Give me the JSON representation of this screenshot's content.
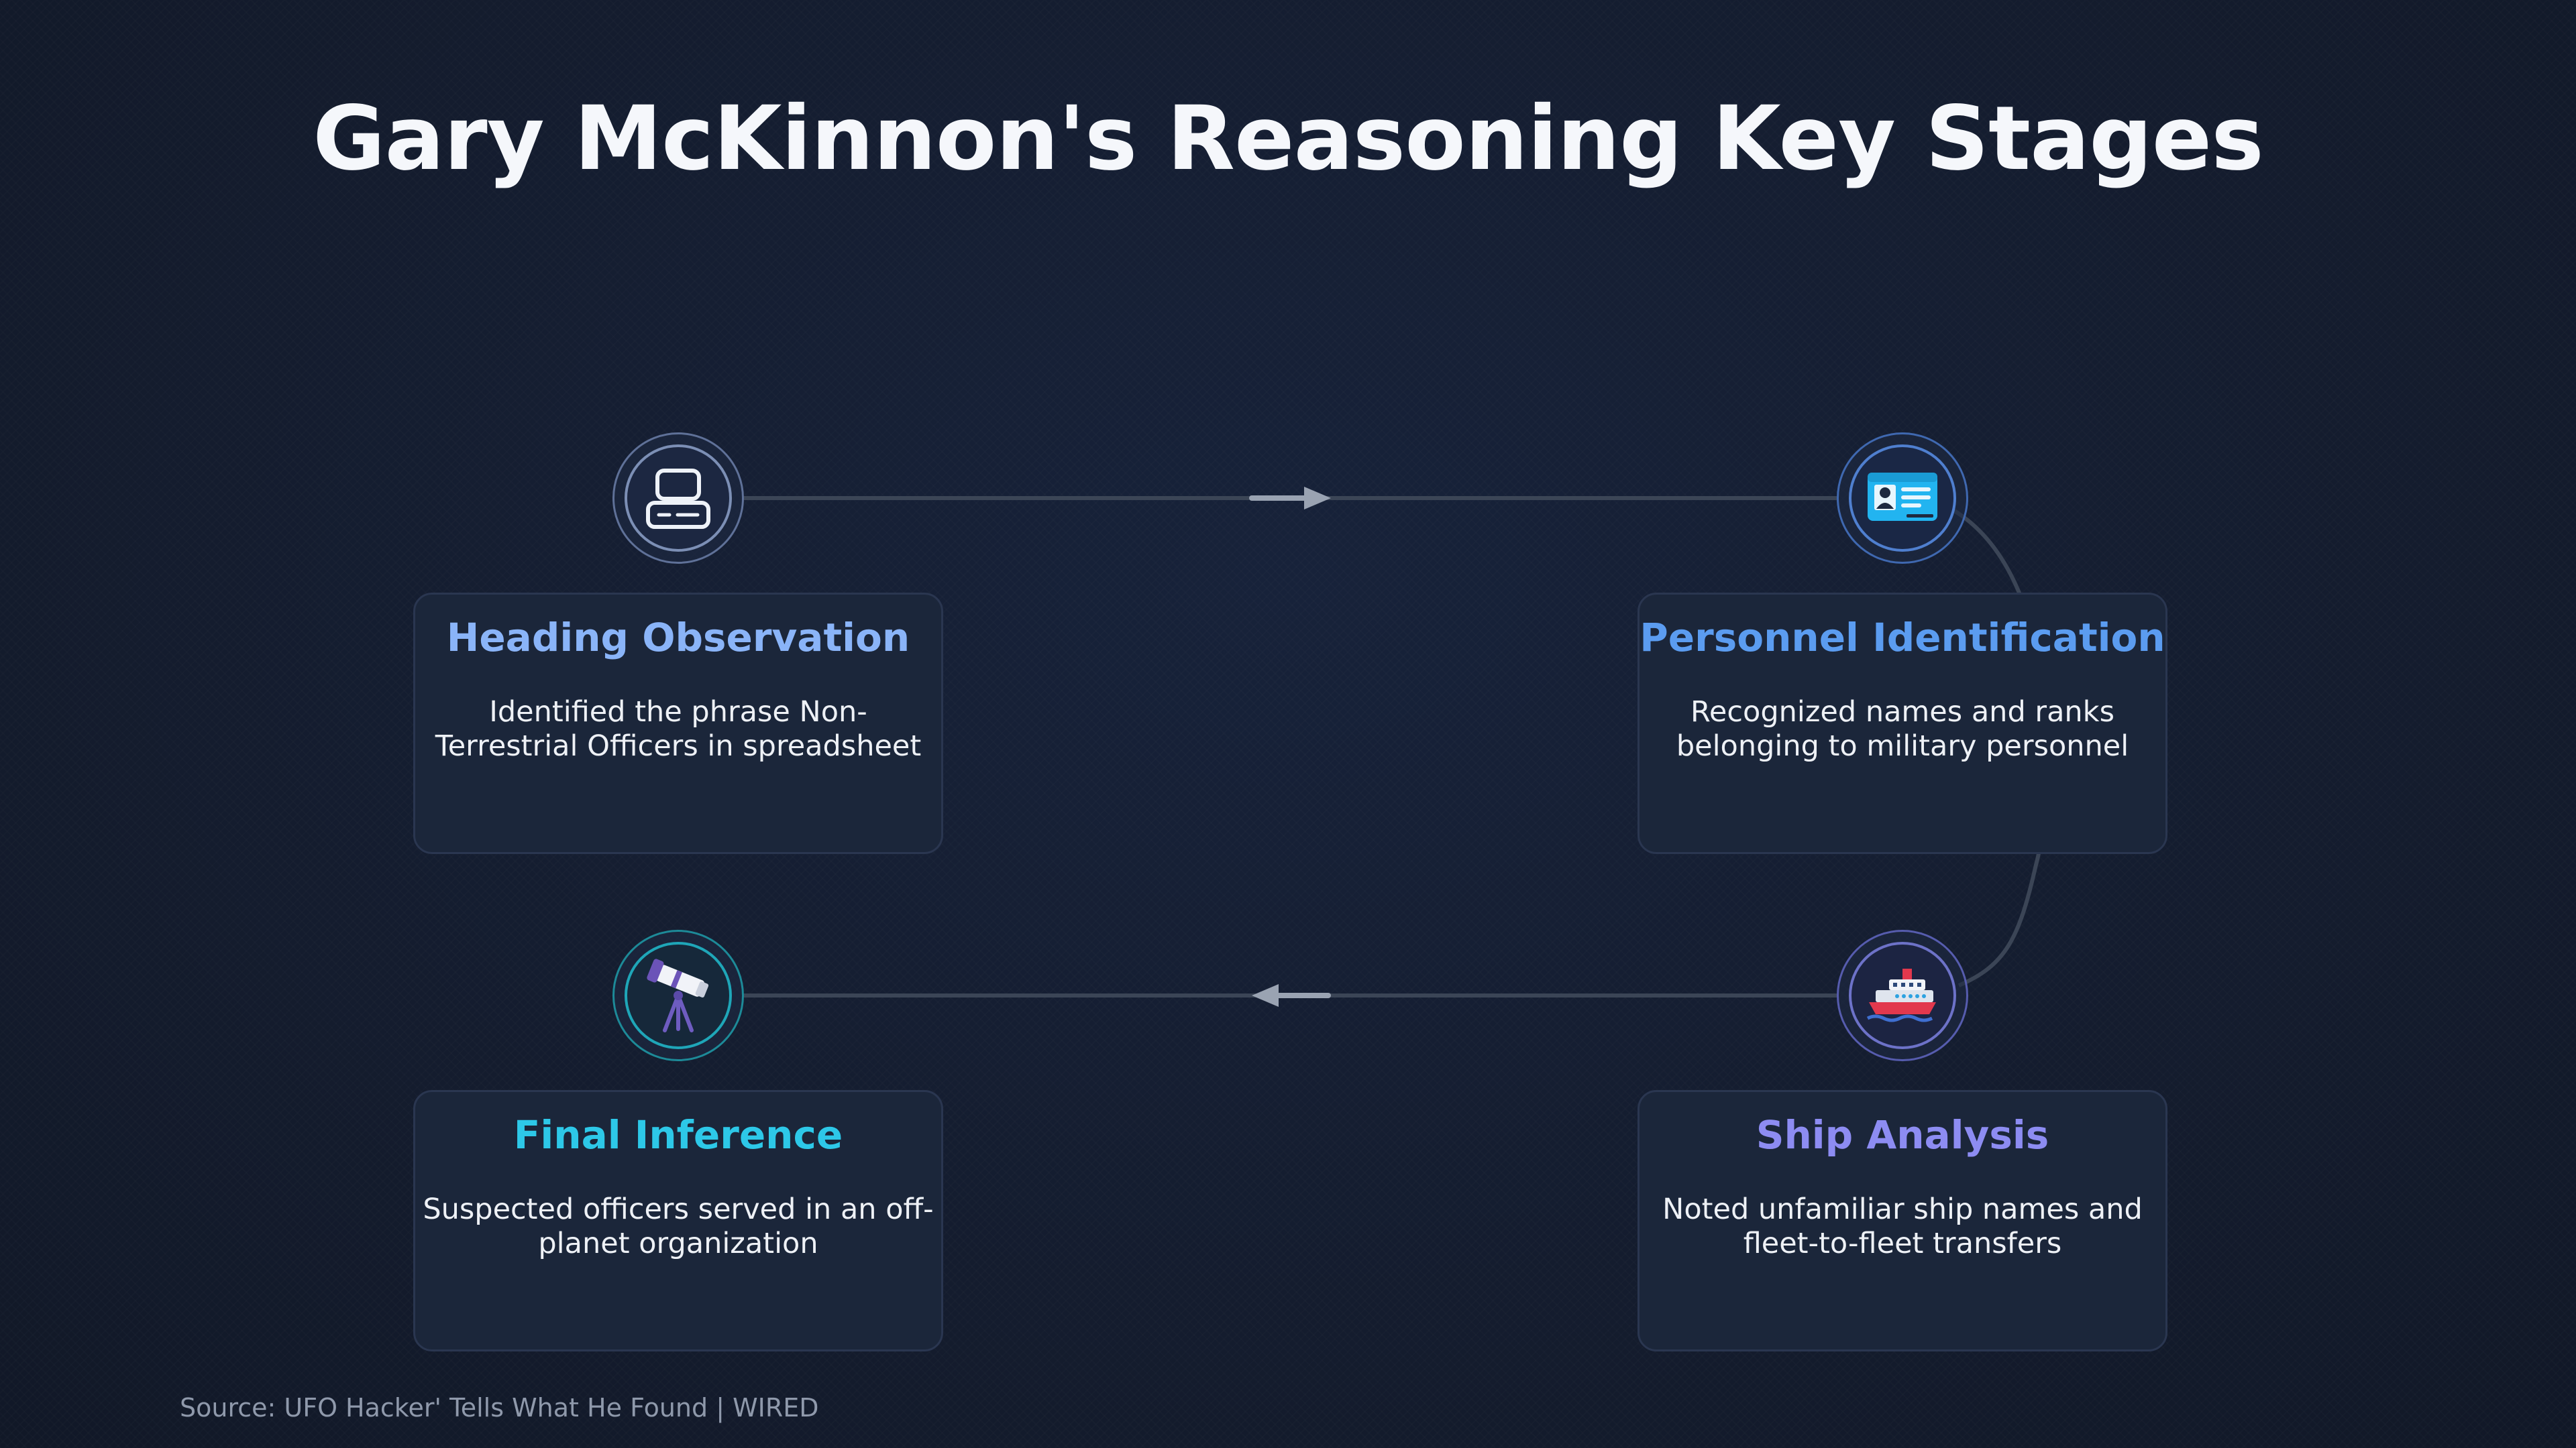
{
  "title": "Gary McKinnon's Reasoning Key Stages",
  "source": "Source: UFO Hacker' Tells What He Found | WIRED",
  "colors": {
    "background": "#141c2e",
    "card": "#1b263a",
    "connector": "#3b4556",
    "arrow": "#9aa3b2"
  },
  "stages": [
    {
      "title": "Heading Observation",
      "description": "Identified the phrase Non-Terrestrial Officers in spreadsheet",
      "icon": "keyboard-icon",
      "title_color": "#8ab4f8",
      "ring_color": "#7c8fb5"
    },
    {
      "title": "Personnel Identification",
      "description": "Recognized names and ranks belonging to military personnel",
      "icon": "id-card-icon",
      "title_color": "#5b9cf0",
      "ring_color": "#4f7fcf"
    },
    {
      "title": "Ship Analysis",
      "description": "Noted unfamiliar ship names and fleet-to-fleet transfers",
      "icon": "cruise-ship-icon",
      "title_color": "#8d8cf2",
      "ring_color": "#6d72c8"
    },
    {
      "title": "Final Inference",
      "description": "Suspected officers served in an off-planet organization",
      "icon": "telescope-icon",
      "title_color": "#2dc8e8",
      "ring_color": "#1fa6b8"
    }
  ]
}
